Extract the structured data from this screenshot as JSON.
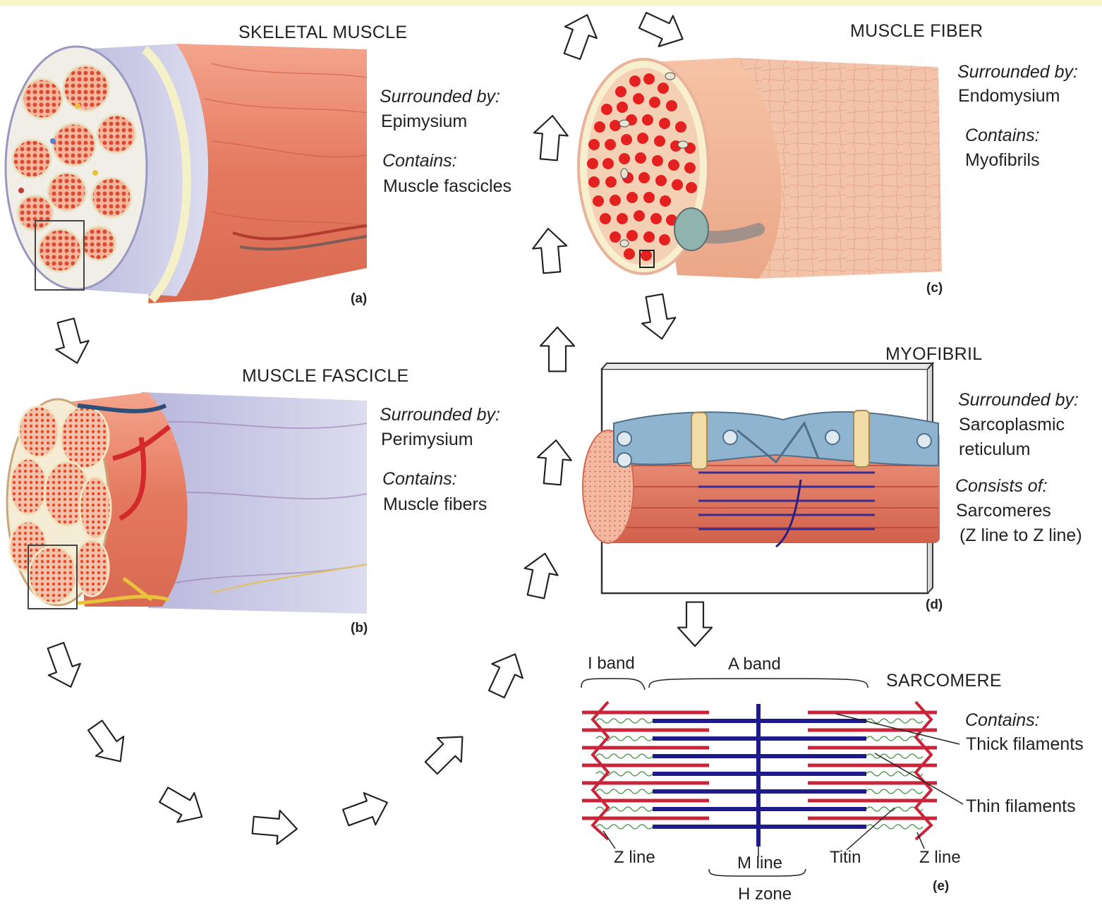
{
  "panels": {
    "a": {
      "title": "SKELETAL MUSCLE",
      "surrounded_label": "Surrounded by:",
      "surrounded_value": "Epimysium",
      "contains_label": "Contains:",
      "contains_value": "Muscle fascicles",
      "letter": "(a)"
    },
    "b": {
      "title": "MUSCLE FASCICLE",
      "surrounded_label": "Surrounded by:",
      "surrounded_value": "Perimysium",
      "contains_label": "Contains:",
      "contains_value": "Muscle fibers",
      "letter": "(b)"
    },
    "c": {
      "title": "MUSCLE FIBER",
      "surrounded_label": "Surrounded by:",
      "surrounded_value": "Endomysium",
      "contains_label": "Contains:",
      "contains_value": "Myofibrils",
      "letter": "(c)"
    },
    "d": {
      "title": "MYOFIBRIL",
      "surrounded_label": "Surrounded by:",
      "surrounded_value_1": "Sarcoplasmic",
      "surrounded_value_2": "reticulum",
      "consists_label": "Consists of:",
      "consists_value_1": "Sarcomeres",
      "consists_value_2": "(Z line to Z line)",
      "letter": "(d)"
    },
    "e": {
      "title": "SARCOMERE",
      "contains_label": "Contains:",
      "thick": "Thick filaments",
      "thin": "Thin filaments",
      "i_band": "I band",
      "a_band": "A band",
      "z_line_left": "Z line",
      "z_line_right": "Z line",
      "m_line": "M line",
      "h_zone": "H zone",
      "titin": "Titin",
      "letter": "(e)"
    }
  },
  "colors": {
    "muscle": "#e8826a",
    "muscle_dark": "#c85a44",
    "fiber_dot": "#e02020",
    "sheath": "#c9c8e6",
    "thick_filament": "#1f1a8c",
    "thin_filament": "#c8243a",
    "sr_blue": "#8fb4cf",
    "arrow_outline": "#222222"
  }
}
